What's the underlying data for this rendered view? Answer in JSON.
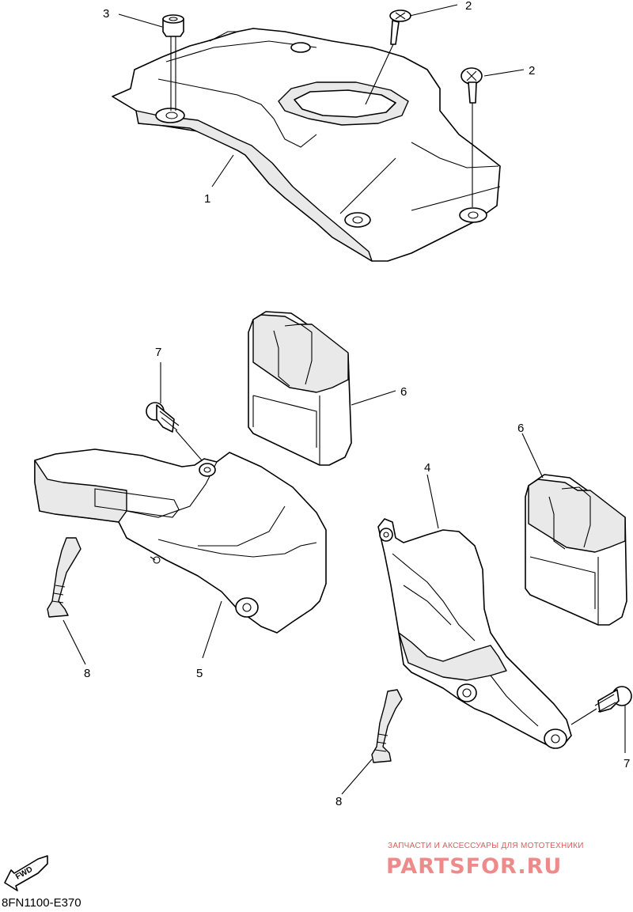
{
  "callouts": [
    {
      "id": "c1",
      "label": "1"
    },
    {
      "id": "c2a",
      "label": "2"
    },
    {
      "id": "c2b",
      "label": "2"
    },
    {
      "id": "c3",
      "label": "3"
    },
    {
      "id": "c4",
      "label": "4"
    },
    {
      "id": "c5",
      "label": "5"
    },
    {
      "id": "c6a",
      "label": "6"
    },
    {
      "id": "c6b",
      "label": "6"
    },
    {
      "id": "c7a",
      "label": "7"
    },
    {
      "id": "c7b",
      "label": "7"
    },
    {
      "id": "c8a",
      "label": "8"
    },
    {
      "id": "c8b",
      "label": "8"
    }
  ],
  "diagram_code": "8FN1100-E370",
  "forward_badge": "FWD",
  "watermark": {
    "tagline": "ЗАПЧАСТИ И АКСЕССУАРЫ ДЛЯ МОТОТЕХНИКИ",
    "brand": "PARTSFOR.RU",
    "color": "#ef8a8a"
  },
  "icons": [
    "forward-arrow-icon"
  ]
}
